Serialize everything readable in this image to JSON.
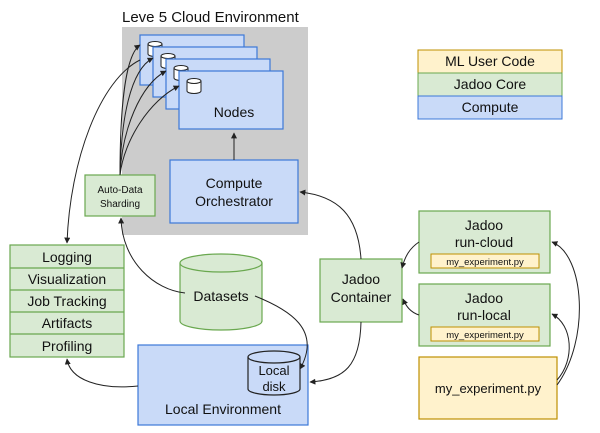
{
  "cloud": {
    "title": "Leve 5 Cloud Environment",
    "nodes_label": "Nodes",
    "orchestrator_line1": "Compute",
    "orchestrator_line2": "Orchestrator"
  },
  "auto_sharding": {
    "line1": "Auto-Data",
    "line2": "Sharding"
  },
  "datasets": {
    "label": "Datasets"
  },
  "local_env": {
    "label": "Local Environment",
    "disk_line1": "Local",
    "disk_line2": "disk"
  },
  "services": [
    "Logging",
    "Visualization",
    "Job Tracking",
    "Artifacts",
    "Profiling"
  ],
  "container": {
    "line1": "Jadoo",
    "line2": "Container"
  },
  "run_cloud": {
    "line1": "Jadoo",
    "line2": "run-cloud",
    "file": "my_experiment.py"
  },
  "run_local": {
    "line1": "Jadoo",
    "line2": "run-local",
    "file": "my_experiment.py"
  },
  "experiment": {
    "label": "my_experiment.py"
  },
  "legend": [
    "ML User Code",
    "Jadoo Core",
    "Compute"
  ],
  "colors": {
    "user_code": "#fff2cc",
    "jadoo_core": "#d9ead3",
    "compute": "#c9daf8",
    "cloud_bg": "#cccccc"
  }
}
